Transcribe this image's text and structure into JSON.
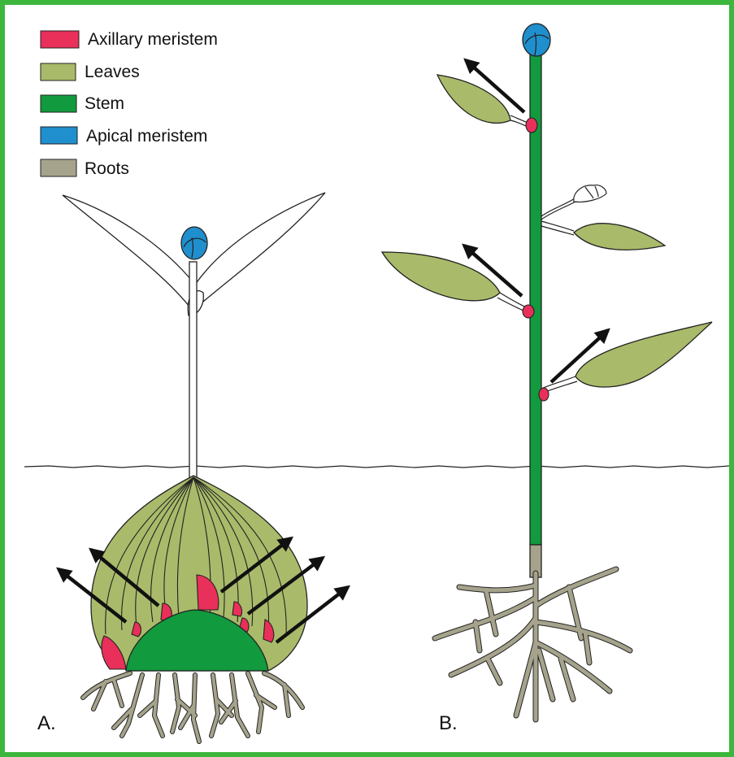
{
  "legend": {
    "items": [
      {
        "label": "Axillary meristem",
        "color": "#e8305a"
      },
      {
        "label": "Leaves",
        "color": "#a9bb6a"
      },
      {
        "label": "Stem",
        "color": "#119a3e"
      },
      {
        "label": "Apical meristem",
        "color": "#1f8fce"
      },
      {
        "label": "Roots",
        "color": "#a6a38c"
      }
    ]
  },
  "panels": {
    "a_label": "A.",
    "b_label": "B."
  },
  "colors": {
    "border": "#3cb63c",
    "axillary": "#e8305a",
    "leaves": "#a9bb6a",
    "stem": "#119a3e",
    "apical": "#1f8fce",
    "roots": "#a6a38c",
    "arrow": "#111111"
  }
}
